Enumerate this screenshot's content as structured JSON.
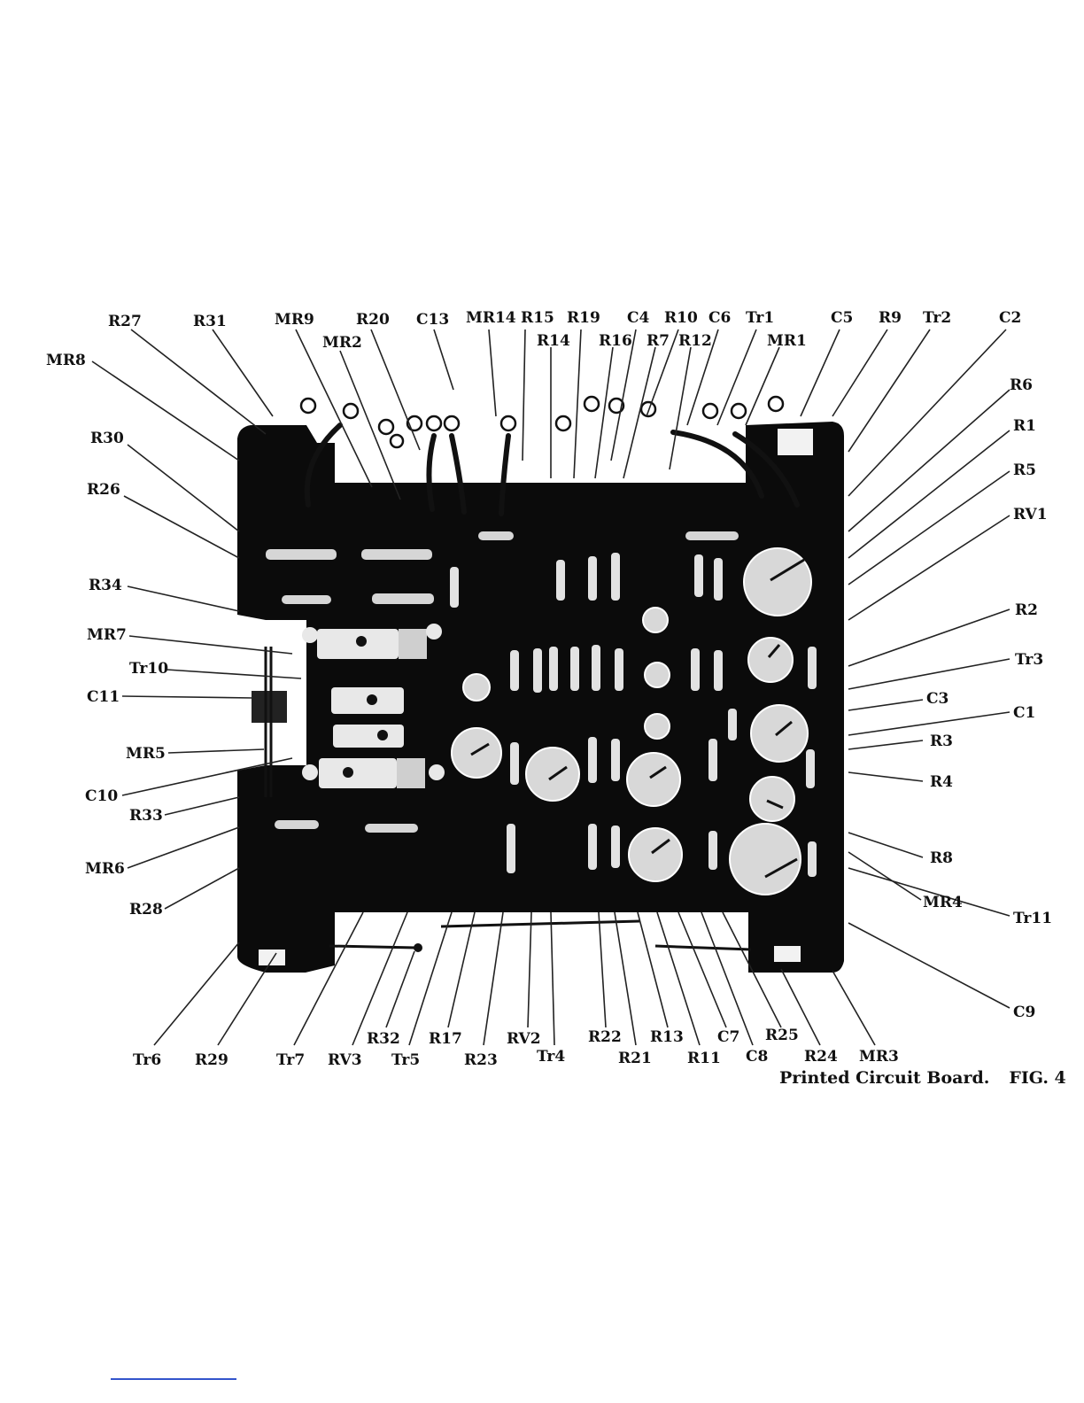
{
  "figure": {
    "caption_title": "Printed Circuit Board.",
    "caption_fig": "FIG. 4"
  },
  "labels": {
    "r27": "R27",
    "r31": "R31",
    "mr9": "MR9",
    "r20": "R20",
    "c13": "C13",
    "mr14": "MR14",
    "r15": "R15",
    "r19": "R19",
    "c4": "C4",
    "r10": "R10",
    "c6": "C6",
    "tr1": "Tr1",
    "c5": "C5",
    "r9": "R9",
    "tr2": "Tr2",
    "c2": "C2",
    "mr2": "MR2",
    "r14": "R14",
    "r16": "R16",
    "r7": "R7",
    "r12": "R12",
    "mr1": "MR1",
    "mr8": "MR8",
    "r30": "R30",
    "r26": "R26",
    "r34": "R34",
    "mr7": "MR7",
    "tr10": "Tr10",
    "c11": "C11",
    "mr5": "MR5",
    "c10": "C10",
    "r33": "R33",
    "mr6": "MR6",
    "r28": "R28",
    "r6": "R6",
    "r1": "R1",
    "r5": "R5",
    "rv1": "RV1",
    "r2": "R2",
    "tr3": "Tr3",
    "c3": "C3",
    "c1": "C1",
    "r3": "R3",
    "r4": "R4",
    "r8": "R8",
    "mr4": "MR4",
    "tr11": "Tr11",
    "c9": "C9",
    "tr6": "Tr6",
    "r29": "R29",
    "tr7": "Tr7",
    "rv3": "RV3",
    "r32": "R32",
    "tr5": "Tr5",
    "r17": "R17",
    "r23": "R23",
    "rv2": "RV2",
    "tr4": "Tr4",
    "r22": "R22",
    "r21": "R21",
    "r13": "R13",
    "r11": "R11",
    "c7": "C7",
    "c8": "C8",
    "r25": "R25",
    "r24": "R24",
    "mr3": "MR3"
  }
}
